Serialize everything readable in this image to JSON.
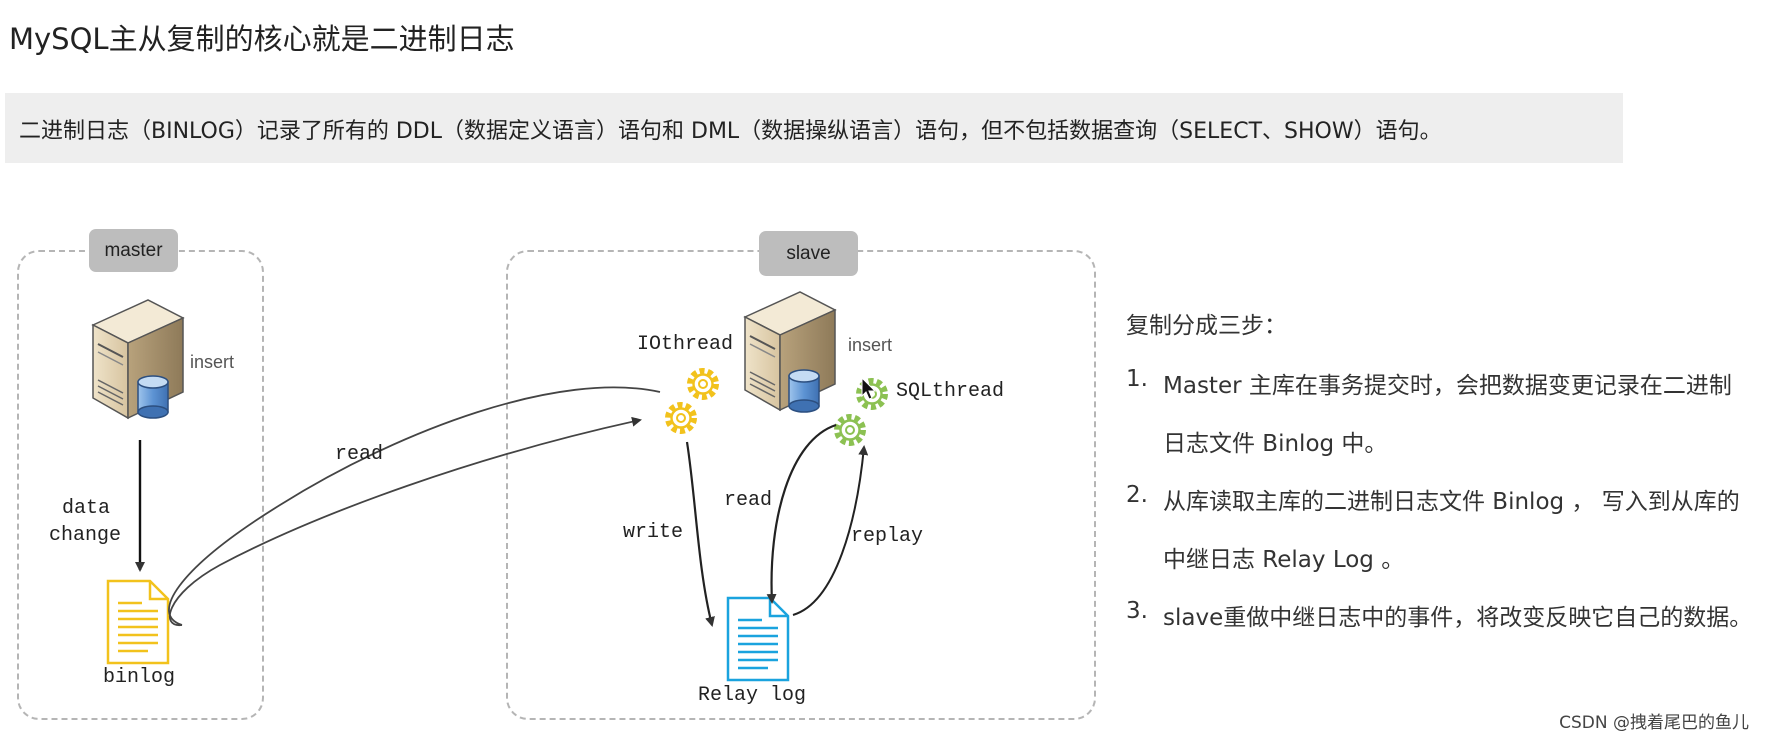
{
  "title": "MySQL主从复制的核心就是二进制日志",
  "note": "二进制日志（BINLOG）记录了所有的 DDL（数据定义语言）语句和 DML（数据操纵语言）语句，但不包括数据查询（SELECT、SHOW）语句。",
  "diagram": {
    "master": {
      "label": "master",
      "insert": "insert",
      "data_change": [
        "data",
        "change"
      ],
      "binlog": "binlog"
    },
    "slave": {
      "label": "slave",
      "insert": "insert",
      "io_thread": "IOthread",
      "sql_thread": "SQLthread",
      "relay_log": "Relay log",
      "write": "write",
      "read": "read",
      "replay": "replay"
    },
    "read_link": "read"
  },
  "steps": {
    "heading": "复制分成三步：",
    "items": [
      {
        "num": "1.",
        "lines": [
          "Master 主库在事务提交时，会把数据变更记录在二进制",
          "日志文件 Binlog 中。"
        ]
      },
      {
        "num": "2.",
        "lines": [
          "从库读取主库的二进制日志文件 Binlog ， 写入到从库的",
          "中继日志 Relay Log 。"
        ]
      },
      {
        "num": "3.",
        "lines": [
          "slave重做中继日志中的事件，将改变反映它自己的数据。"
        ]
      }
    ]
  },
  "watermark": "CSDN @拽着尾巴的鱼儿",
  "colors": {
    "binlog_icon": "#f2c21c",
    "relay_icon": "#1aa3de",
    "io_gear": "#f2c21c",
    "sql_gear": "#8cc152",
    "tag_bg": "#bdbdbd",
    "note_bg": "#eeeeee"
  },
  "icons": [
    "server-icon",
    "database-icon",
    "document-icon",
    "gear-icon",
    "cursor-icon"
  ]
}
